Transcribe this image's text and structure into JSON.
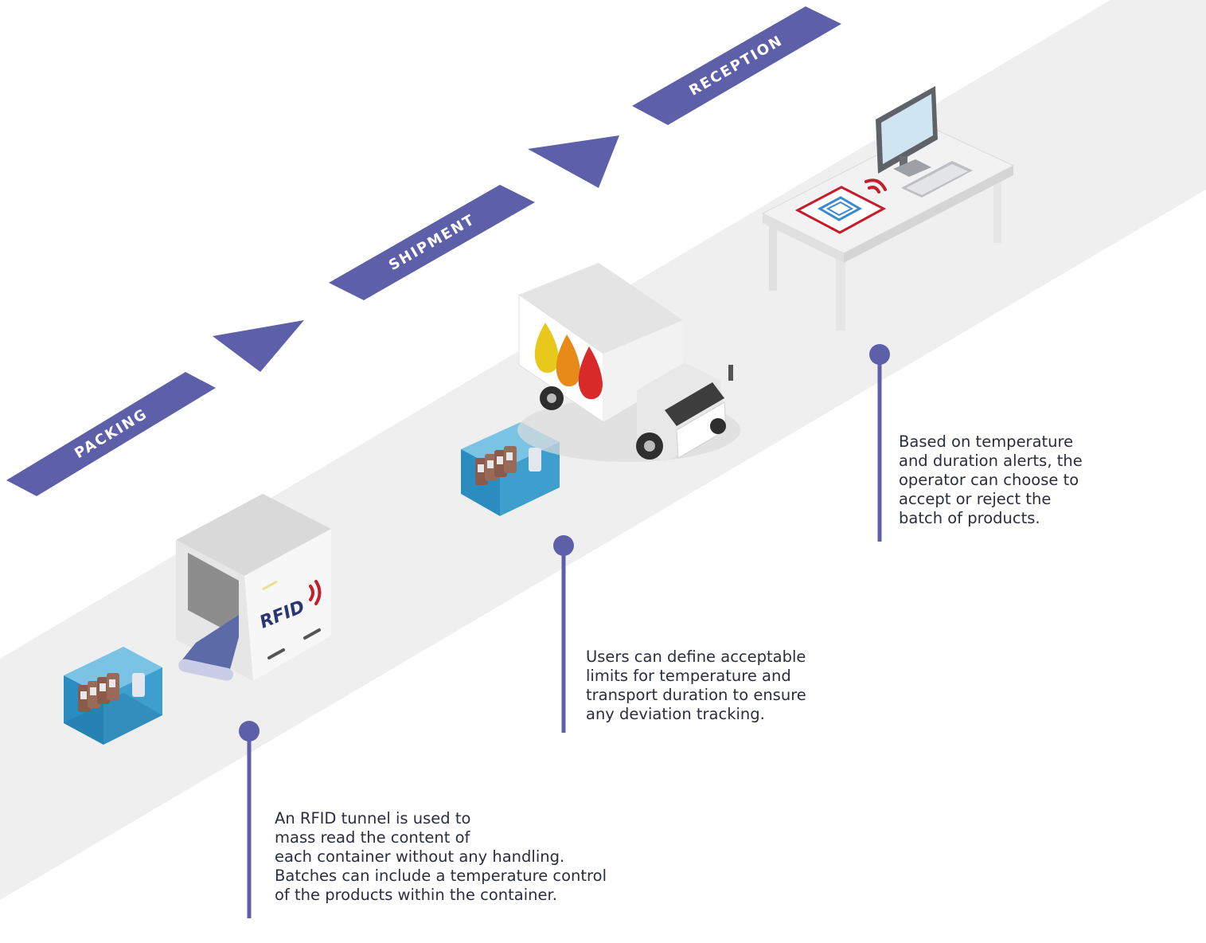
{
  "stages": [
    {
      "label": "PACKING"
    },
    {
      "label": "SHIPMENT"
    },
    {
      "label": "RECEPTION"
    }
  ],
  "tunnel": {
    "logo_text": "RFID"
  },
  "callouts": {
    "packing": {
      "lines": [
        "An RFID tunnel is used to",
        "mass read the content of",
        "each container without any handling.",
        "Batches can include a temperature control",
        "of the products within the container."
      ]
    },
    "shipment": {
      "lines": [
        "Users can define acceptable",
        "limits for temperature and",
        "transport duration to ensure",
        "any deviation tracking."
      ]
    },
    "reception": {
      "lines": [
        "Based on temperature",
        "and duration alerts, the",
        "operator can choose to",
        "accept or reject the",
        "batch of products."
      ]
    }
  },
  "colors": {
    "accent": "#5d5fa8",
    "road": "#efefef",
    "rfid_red": "#c41e2d",
    "drop_yellow": "#e8c81a",
    "drop_orange": "#e88a1a",
    "drop_red": "#d92a2a",
    "container_blue": "#2b8cc0"
  }
}
